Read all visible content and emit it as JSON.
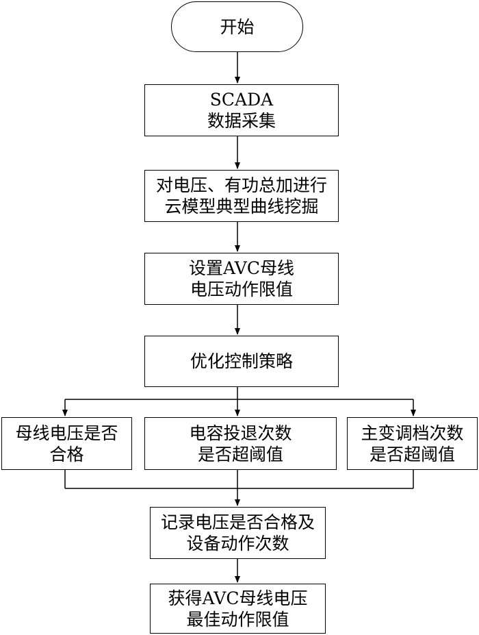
{
  "flowchart": {
    "start": "开始",
    "scada": {
      "line1": "SCADA",
      "line2": "数据采集"
    },
    "mining": {
      "line1": "对电压、有功总加进行",
      "line2": "云模型典型曲线挖掘"
    },
    "limits": {
      "line1": "设置AVC母线",
      "line2": "电压动作限值"
    },
    "strategy": "优化控制策略",
    "check_bus": {
      "line1": "母线电压是否",
      "line2": "合格"
    },
    "check_capacitor": {
      "line1": "电容投退次数",
      "line2": "是否超阈值"
    },
    "check_transformer": {
      "line1": "主变调档次数",
      "line2": "是否超阈值"
    },
    "record": {
      "line1": "记录电压是否合格及",
      "line2": "设备动作次数"
    },
    "result": {
      "line1": "获得AVC母线电压",
      "line2": "最佳动作限值"
    }
  },
  "colors": {
    "line": "#000000",
    "background": "#ffffff"
  }
}
